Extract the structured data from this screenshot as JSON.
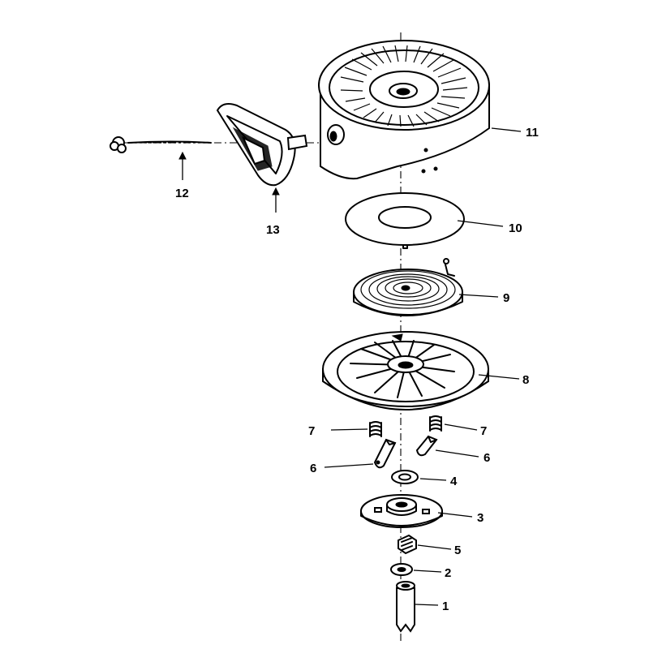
{
  "parts": {
    "p1": "1",
    "p2": "2",
    "p3": "3",
    "p4": "4",
    "p5": "5",
    "p6a": "6",
    "p6b": "6",
    "p7a": "7",
    "p7b": "7",
    "p8": "8",
    "p9": "9",
    "p10": "10",
    "p11": "11",
    "p12": "12",
    "p13": "13"
  }
}
